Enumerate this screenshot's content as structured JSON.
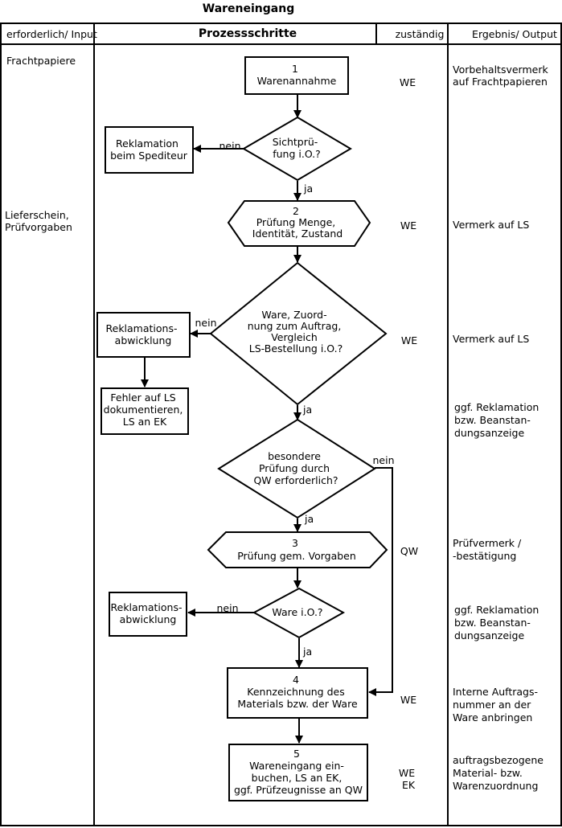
{
  "title": "Wareneingang",
  "headers": {
    "input": "erforderlich/ Input",
    "steps": "Prozessschritte",
    "responsible": "zuständig",
    "output": "Ergebnis/ Output"
  },
  "inputs": [
    [
      "Frachtpapiere"
    ],
    [
      "Lieferschein,",
      "Prüfvorgaben"
    ]
  ],
  "steps": {
    "s1": [
      "1",
      "Warenannahme"
    ],
    "d1": [
      "Sichtprü-",
      "fung i.O.?"
    ],
    "r1": [
      "Reklamation",
      "beim Spediteur"
    ],
    "s2": [
      "2",
      "Prüfung Menge,",
      "Identität, Zustand"
    ],
    "d2": [
      "Ware, Zuord-",
      "nung zum Auftrag,",
      "Vergleich",
      "LS-Bestellung i.O.?"
    ],
    "r2": [
      "Reklamations-",
      "abwicklung"
    ],
    "r2b": [
      "Fehler auf LS",
      "dokumentieren,",
      "LS an EK"
    ],
    "d3": [
      "besondere",
      "Prüfung durch",
      "QW erforderlich?"
    ],
    "s3": [
      "3",
      "Prüfung gem. Vorgaben"
    ],
    "d4": [
      "Ware i.O.?"
    ],
    "r4": [
      "Reklamations-",
      "abwicklung"
    ],
    "s4": [
      "4",
      "Kennzeichnung des",
      "Materials bzw. der Ware"
    ],
    "s5": [
      "5",
      "Wareneingang ein-",
      "buchen, LS an EK,",
      "ggf. Prüfzeugnisse an QW"
    ]
  },
  "edge_labels": {
    "d1_no": "nein",
    "d1_yes": "ja",
    "d2_no": "nein",
    "d2_yes": "ja",
    "d3_no": "nein",
    "d3_yes": "ja",
    "d4_no": "nein",
    "d4_yes": "ja"
  },
  "responsible": {
    "r1": [
      "WE"
    ],
    "r2": [
      "WE"
    ],
    "r3": [
      "WE"
    ],
    "r4": [
      "QW"
    ],
    "r5": [
      "WE"
    ],
    "r6": [
      "WE",
      "EK"
    ]
  },
  "outputs": {
    "o1": [
      "Vorbehaltsvermerk",
      "auf Frachtpapieren"
    ],
    "o2": [
      "Vermerk auf LS"
    ],
    "o3": [
      "Vermerk auf LS"
    ],
    "o4": [
      "ggf. Reklamation",
      "bzw. Beanstan-",
      "dungsanzeige"
    ],
    "o5": [
      "Prüfvermerk /",
      "-bestätigung"
    ],
    "o6": [
      "ggf. Reklamation",
      "bzw. Beanstan-",
      "dungsanzeige"
    ],
    "o7": [
      "Interne Auftrags-",
      "nummer an der",
      "Ware anbringen"
    ],
    "o8": [
      "auftragsbezogene",
      "Material- bzw.",
      "Warenzuordnung"
    ]
  }
}
